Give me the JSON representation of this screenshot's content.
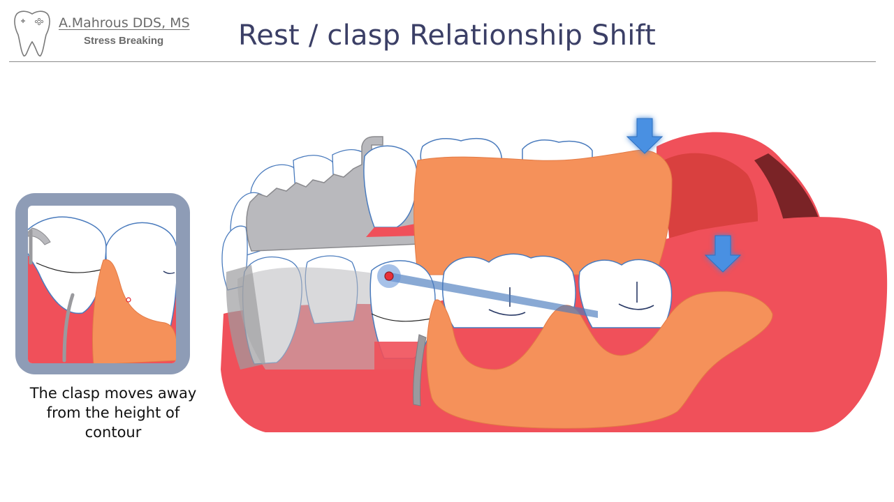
{
  "header": {
    "brand_name": "A.Mahrous DDS, MS",
    "brand_topic": "Stress Breaking",
    "logo_icon": "tooth-gamepad-icon",
    "title": "Rest / clasp Relationship Shift"
  },
  "detail_panel": {
    "caption": "The clasp moves away from the height of contour"
  },
  "colors": {
    "gum": "#f0505a",
    "denture_base": "#f5915a",
    "framework_metal": "#b9b9bd",
    "tooth": "#ffffff",
    "tooth_outline": "#4a7bbd",
    "force_arrow": "#4a90e2",
    "panel_frame": "#8e9cb6",
    "title": "#3b3f66"
  },
  "icons": {
    "force_arrow_left": "down-arrow-icon",
    "force_arrow_right": "down-arrow-icon",
    "rotation_pivot": "pivot-point-icon"
  }
}
